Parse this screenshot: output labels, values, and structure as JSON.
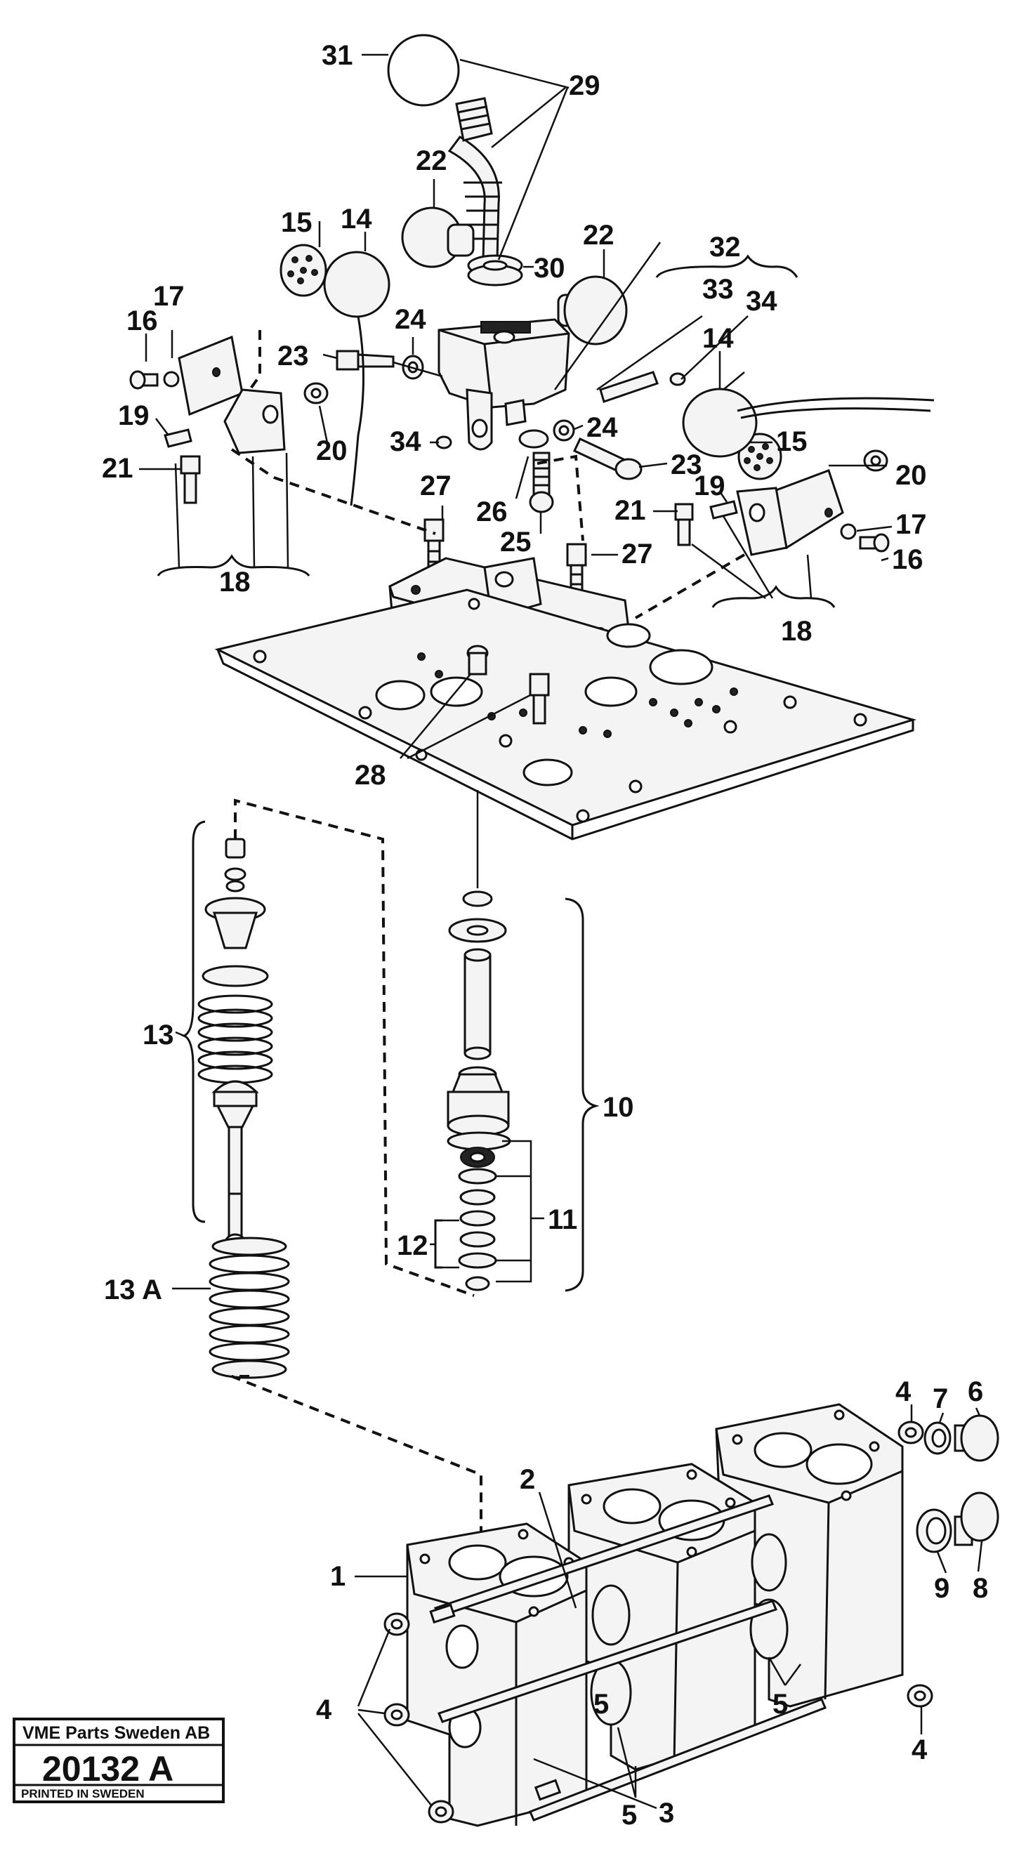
{
  "callouts": {
    "c31": "31",
    "c29": "29",
    "c22a": "22",
    "c22b": "22",
    "c30": "30",
    "c32": "32",
    "c33": "33",
    "c34a": "34",
    "c34b": "34",
    "c15a": "15",
    "c15b": "15",
    "c14a": "14",
    "c14b": "14",
    "c17a": "17",
    "c17b": "17",
    "c16a": "16",
    "c16b": "16",
    "c24a": "24",
    "c24b": "24",
    "c23a": "23",
    "c23b": "23",
    "c19a": "19",
    "c19b": "19",
    "c20a": "20",
    "c20b": "20",
    "c21a": "21",
    "c21b": "21",
    "c27a": "27",
    "c27b": "27",
    "c26": "26",
    "c25": "25",
    "c18a": "18",
    "c18b": "18",
    "c28": "28",
    "c13": "13",
    "c10": "10",
    "c11": "11",
    "c12": "12",
    "c13A": "13 A",
    "c1": "1",
    "c2": "2",
    "c3": "3",
    "c4a": "4",
    "c4b": "4",
    "c4c": "4",
    "c5a": "5",
    "c5b": "5",
    "c5c": "5",
    "c6": "6",
    "c7": "7",
    "c8": "8",
    "c9": "9"
  },
  "title_box": {
    "company": "VME Parts Sweden AB",
    "drawing_number": "20132 A",
    "footer": "PRINTED IN SWEDEN"
  }
}
